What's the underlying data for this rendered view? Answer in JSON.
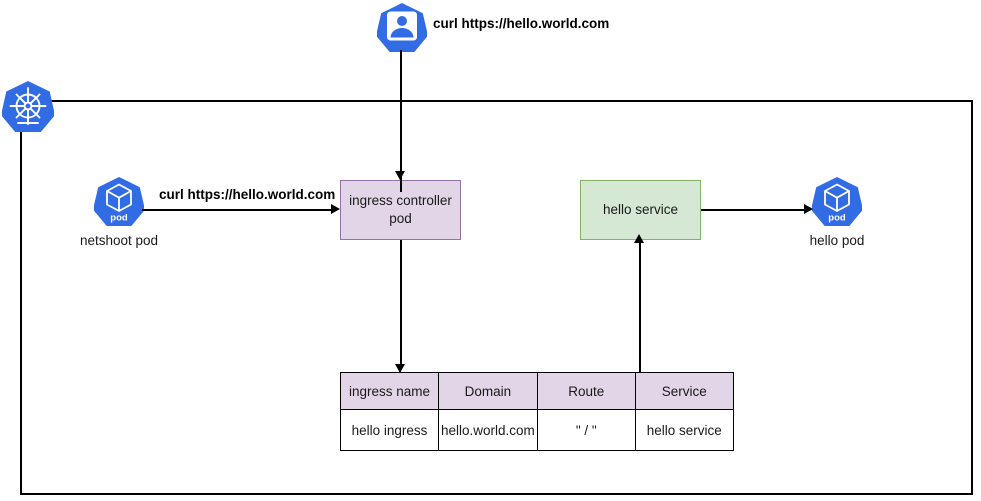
{
  "diagram": {
    "cluster": {
      "icon": "kubernetes-wheel-icon",
      "accent_color": "#326ce5",
      "border_color": "#000000"
    },
    "external_client": {
      "icon": "kubernetes-user-icon",
      "request_label": "curl https://hello.world.com"
    },
    "nodes": [
      {
        "id": "netshoot-pod",
        "label": "netshoot pod",
        "icon": "kubernetes-pod-icon",
        "icon_text": "pod"
      },
      {
        "id": "ingress-controller-pod",
        "label": "ingress controller pod",
        "fill": "#e1d5e7",
        "stroke": "#9673a6"
      },
      {
        "id": "hello-service",
        "label": "hello service",
        "fill": "#d5e8d4",
        "stroke": "#82b366"
      },
      {
        "id": "hello-pod",
        "label": "hello pod",
        "icon": "kubernetes-pod-icon",
        "icon_text": "pod"
      }
    ],
    "edges": [
      {
        "id": "netshoot-to-ingress",
        "label": "curl https://hello.world.com"
      },
      {
        "id": "user-to-ingress",
        "label": ""
      },
      {
        "id": "ingress-to-table",
        "label": ""
      },
      {
        "id": "table-to-service",
        "label": ""
      },
      {
        "id": "service-to-pod",
        "label": ""
      }
    ],
    "ingress_table": {
      "headers": [
        "ingress name",
        "Domain",
        "Route",
        "Service"
      ],
      "rows": [
        [
          "hello ingress",
          "hello.world.com",
          "\" / \"",
          "hello service"
        ]
      ],
      "header_fill": "#e1d5e7"
    }
  }
}
